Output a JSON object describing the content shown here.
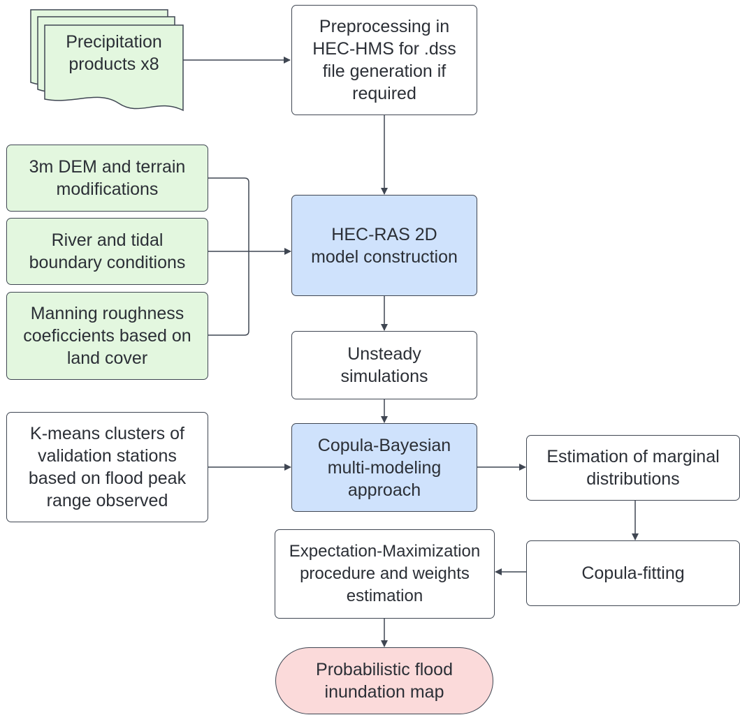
{
  "colors": {
    "stroke": "#3f4652",
    "input_green": "#e3f7df",
    "process_blue": "#cfe2fc",
    "output_pink": "#fbdada",
    "white": "#ffffff"
  },
  "nodes": {
    "precipitation": "Precipitation\nproducts x8",
    "preprocessing": "Preprocessing in\nHEC-HMS for .dss\nfile generation if\nrequired",
    "dem": "3m DEM and terrain\nmodifications",
    "boundary": "River and tidal\nboundary conditions",
    "manning": "Manning roughness\ncoeficcients based on\nland cover",
    "hecras": "HEC-RAS 2D\nmodel construction",
    "unsteady": "Unsteady\nsimulations",
    "kmeans": "K-means clusters of\nvalidation stations\nbased on flood peak\nrange observed",
    "copula_bayesian": "Copula-Bayesian\nmulti-modeling\napproach",
    "marginal": "Estimation of marginal\ndistributions",
    "copula_fitting": "Copula-fitting",
    "em": "Expectation-Maximization\nprocedure and weights\nestimation",
    "output": "Probabilistic flood\ninundation map"
  }
}
